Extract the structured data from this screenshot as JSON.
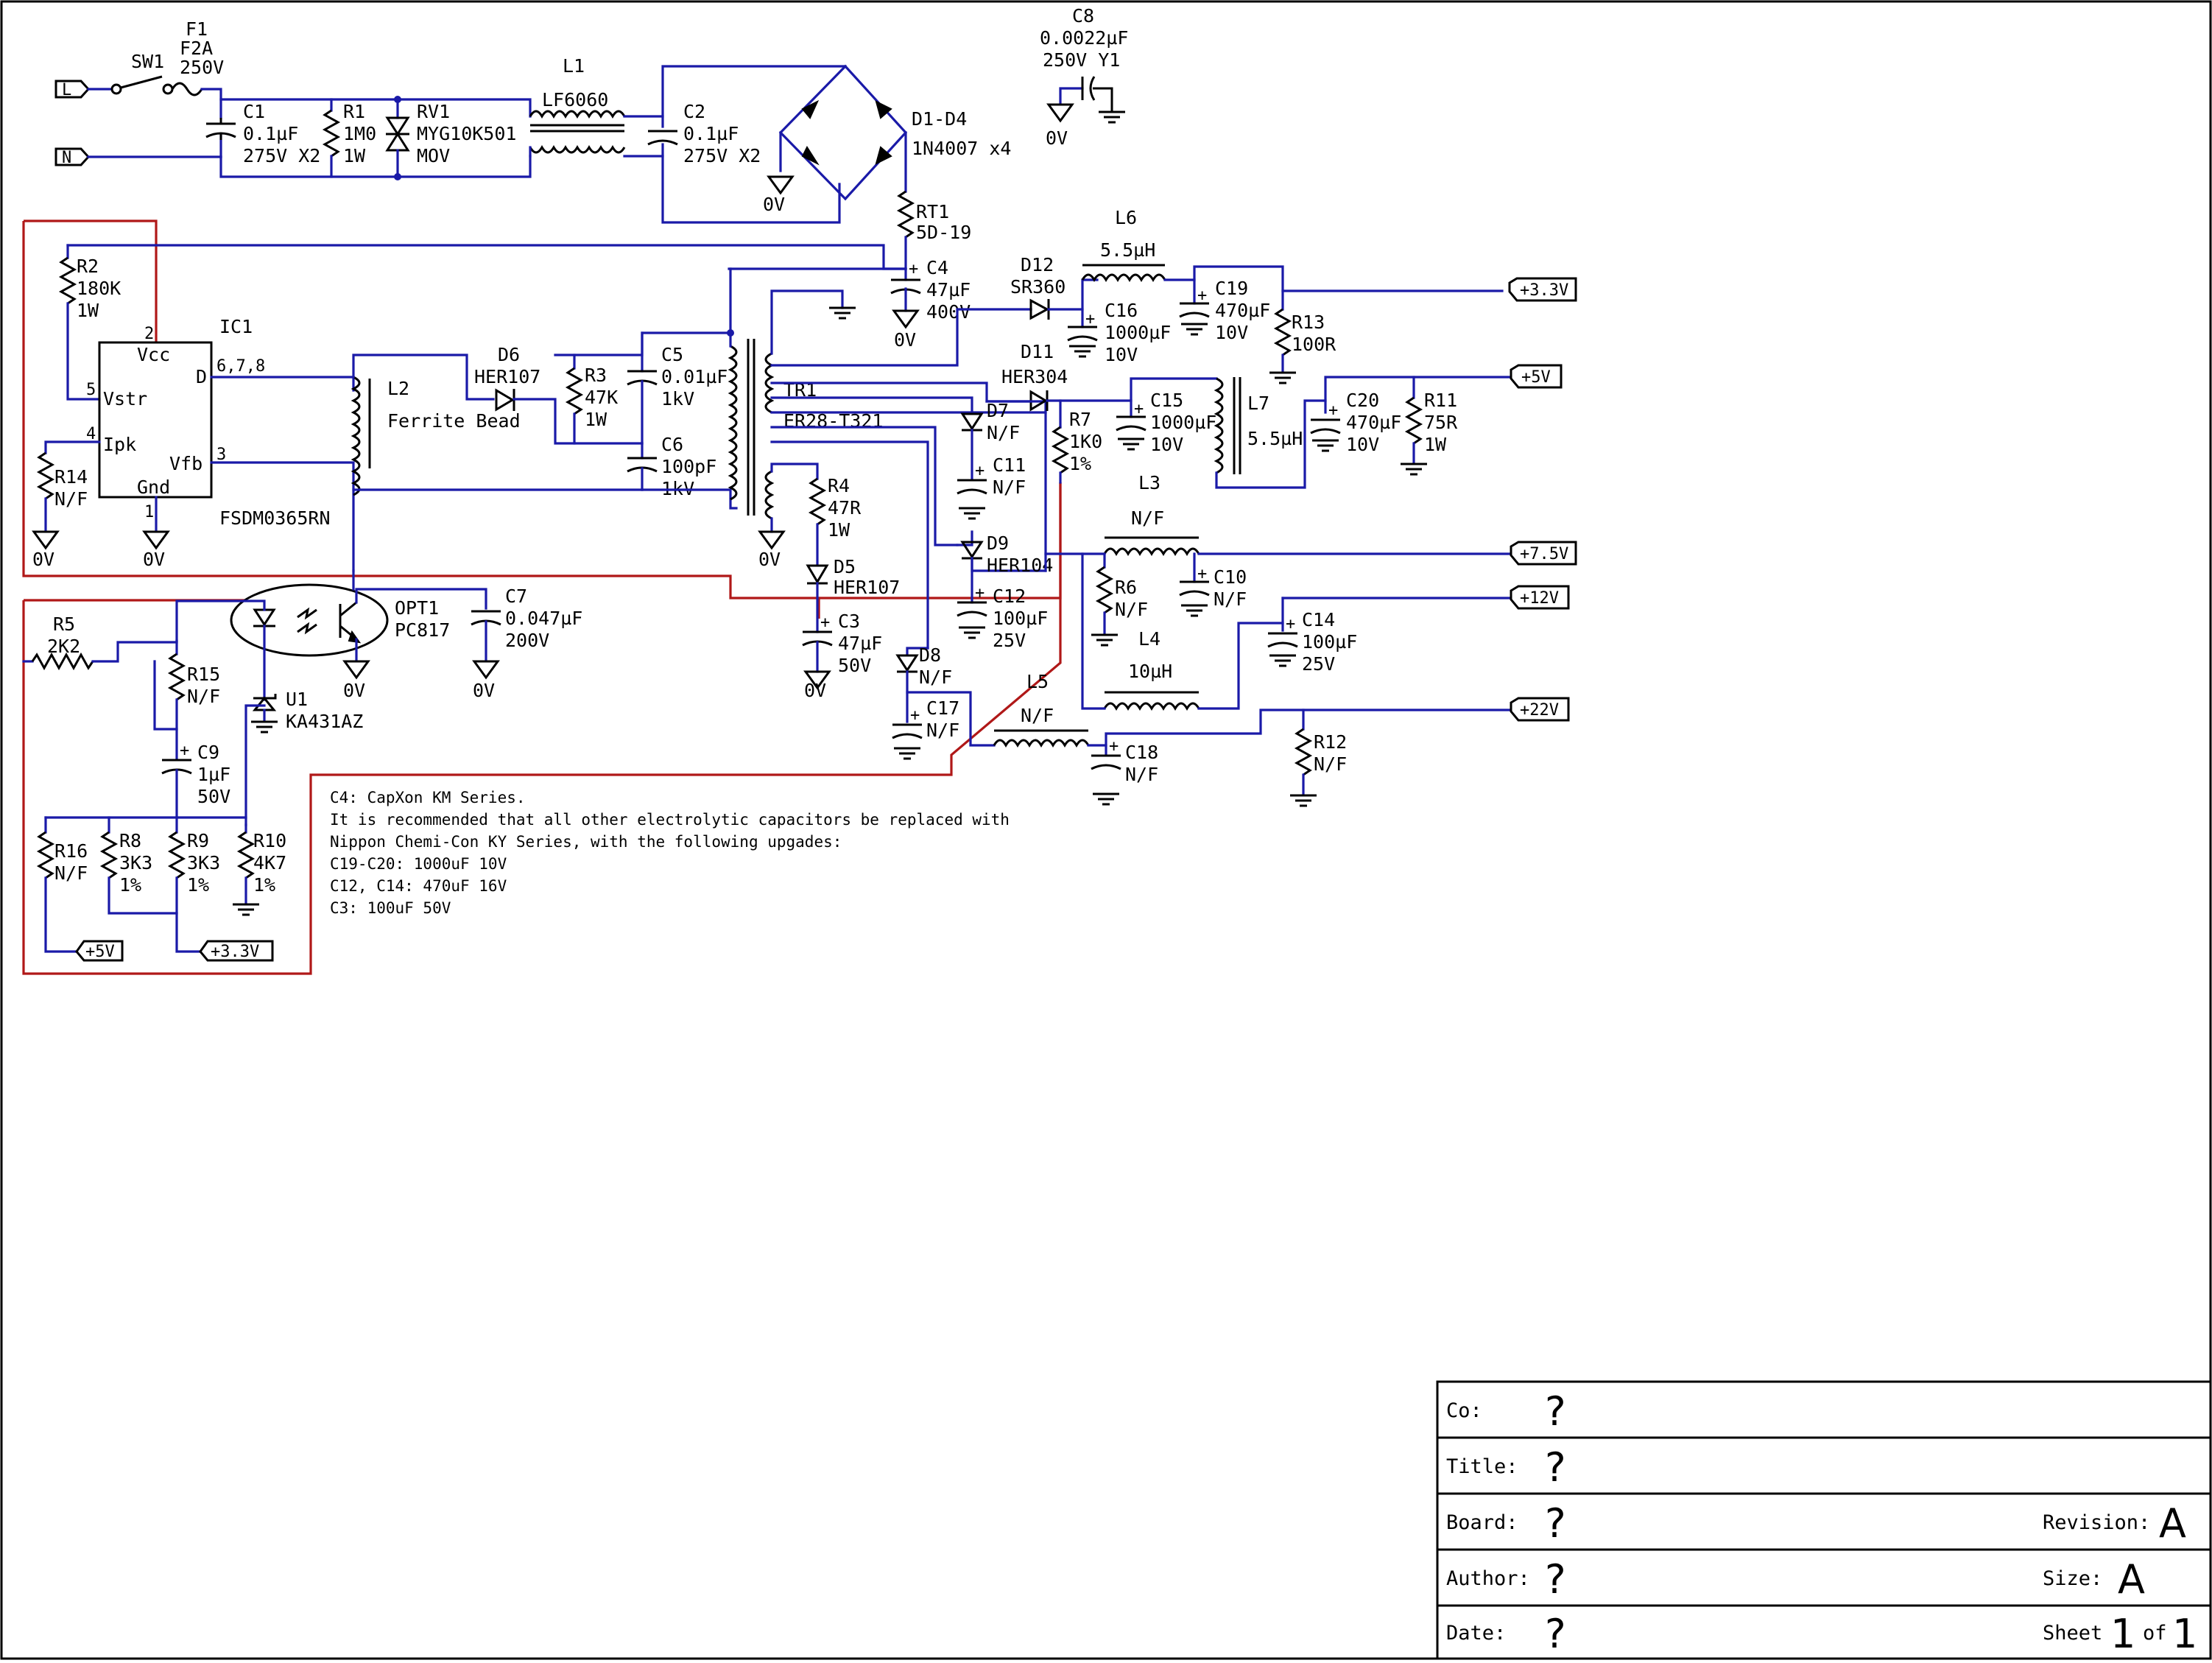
{
  "connectors": {
    "line": "L",
    "neutral": "N",
    "out_3v3": "+3.3V",
    "out_5v": "+5V",
    "out_7v5": "+7.5V",
    "out_12v": "+12V",
    "out_22v": "+22V",
    "fb_5v": "+5V",
    "fb_3v3": "+3.3V"
  },
  "components": {
    "sw1": {
      "ref": "SW1"
    },
    "f1": {
      "ref": "F1",
      "value": "F2A",
      "rating": "250V"
    },
    "c1": {
      "ref": "C1",
      "value": "0.1µF",
      "rating": "275V X2"
    },
    "r1": {
      "ref": "R1",
      "value": "1M0",
      "rating": "1W"
    },
    "rv1": {
      "ref": "RV1",
      "value": "MYG10K501",
      "rating": "MOV"
    },
    "l1": {
      "ref": "L1",
      "value": "LF6060"
    },
    "c2": {
      "ref": "C2",
      "value": "0.1µF",
      "rating": "275V X2"
    },
    "d1_d4": {
      "ref": "D1-D4",
      "value": "1N4007 x4"
    },
    "c8": {
      "ref": "C8",
      "value": "0.0022µF",
      "rating": "250V Y1"
    },
    "rt1": {
      "ref": "RT1",
      "value": "5D-19"
    },
    "c4": {
      "ref": "C4",
      "value": "47µF",
      "rating": "400V"
    },
    "r2": {
      "ref": "R2",
      "value": "180K",
      "rating": "1W"
    },
    "ic1": {
      "ref": "IC1",
      "part": "FSDM0365RN",
      "pin_vcc": "Vcc",
      "pin_vstr": "Vstr",
      "pin_ipk": "Ipk",
      "pin_d": "D",
      "pin_vfb": "Vfb",
      "pin_gnd": "Gnd",
      "num_2": "2",
      "num_5": "5",
      "num_4": "4",
      "num_678": "6,7,8",
      "num_3": "3",
      "num_1": "1"
    },
    "r14": {
      "ref": "R14",
      "value": "N/F"
    },
    "l2": {
      "ref": "L2",
      "value": "Ferrite Bead"
    },
    "d6": {
      "ref": "D6",
      "value": "HER107"
    },
    "r3": {
      "ref": "R3",
      "value": "47K",
      "rating": "1W"
    },
    "c5": {
      "ref": "C5",
      "value": "0.01µF",
      "rating": "1kV"
    },
    "c6": {
      "ref": "C6",
      "value": "100pF",
      "rating": "1kV"
    },
    "tr1": {
      "ref": "TR1",
      "value": "ER28-T321"
    },
    "r4": {
      "ref": "R4",
      "value": "47R",
      "rating": "1W"
    },
    "d5": {
      "ref": "D5",
      "value": "HER107"
    },
    "c3": {
      "ref": "C3",
      "value": "47µF",
      "rating": "50V"
    },
    "d12": {
      "ref": "D12",
      "value": "SR360"
    },
    "l6": {
      "ref": "L6",
      "value": "5.5µH"
    },
    "c16": {
      "ref": "C16",
      "value": "1000µF",
      "rating": "10V"
    },
    "c19": {
      "ref": "C19",
      "value": "470µF",
      "rating": "10V"
    },
    "r13": {
      "ref": "R13",
      "value": "100R"
    },
    "d11": {
      "ref": "D11",
      "value": "HER304"
    },
    "c15": {
      "ref": "C15",
      "value": "1000µF",
      "rating": "10V"
    },
    "l7": {
      "ref": "L7",
      "value": "5.5µH"
    },
    "c20": {
      "ref": "C20",
      "value": "470µF",
      "rating": "10V"
    },
    "r11": {
      "ref": "R11",
      "value": "75R",
      "rating": "1W"
    },
    "d7": {
      "ref": "D7",
      "value": "N/F"
    },
    "c11": {
      "ref": "C11",
      "value": "N/F"
    },
    "r7": {
      "ref": "R7",
      "value": "1K0",
      "rating": "1%"
    },
    "l3": {
      "ref": "L3",
      "value": "N/F"
    },
    "d9": {
      "ref": "D9",
      "value": "HER104"
    },
    "c12": {
      "ref": "C12",
      "value": "100µF",
      "rating": "25V"
    },
    "r6": {
      "ref": "R6",
      "value": "N/F"
    },
    "c10": {
      "ref": "C10",
      "value": "N/F"
    },
    "l4": {
      "ref": "L4",
      "value": "10µH"
    },
    "c14": {
      "ref": "C14",
      "value": "100µF",
      "rating": "25V"
    },
    "d8": {
      "ref": "D8",
      "value": "N/F"
    },
    "c17": {
      "ref": "C17",
      "value": "N/F"
    },
    "l5": {
      "ref": "L5",
      "value": "N/F"
    },
    "c18": {
      "ref": "C18",
      "value": "N/F"
    },
    "r12": {
      "ref": "R12",
      "value": "N/F"
    },
    "opt1": {
      "ref": "OPT1",
      "value": "PC817"
    },
    "c7": {
      "ref": "C7",
      "value": "0.047µF",
      "rating": "200V"
    },
    "r5": {
      "ref": "R5",
      "value": "2K2"
    },
    "r15": {
      "ref": "R15",
      "value": "N/F"
    },
    "u1": {
      "ref": "U1",
      "value": "KA431AZ"
    },
    "c9": {
      "ref": "C9",
      "value": "1µF",
      "rating": "50V"
    },
    "r16": {
      "ref": "R16",
      "value": "N/F"
    },
    "r8": {
      "ref": "R8",
      "value": "3K3",
      "rating": "1%"
    },
    "r9": {
      "ref": "R9",
      "value": "3K3",
      "rating": "1%"
    },
    "r10": {
      "ref": "R10",
      "value": "4K7",
      "rating": "1%"
    }
  },
  "ground_label": "0V",
  "notes": [
    "C4: CapXon KM Series.",
    "It is recommended that all other electrolytic capacitors be replaced with",
    "Nippon Chemi-Con KY Series, with the following upgades:",
    "C19-C20: 1000uF 10V",
    "C12, C14: 470uF 16V",
    "C3: 100uF 50V"
  ],
  "title_block": {
    "co_label": "Co:",
    "co_value": "?",
    "title_label": "Title:",
    "title_value": "?",
    "board_label": "Board:",
    "board_value": "?",
    "revision_label": "Revision:",
    "revision_value": "A",
    "author_label": "Author:",
    "author_value": "?",
    "size_label": "Size:",
    "size_value": "A",
    "date_label": "Date:",
    "date_value": "?",
    "sheet_label": "Sheet",
    "sheet_num": "1",
    "sheet_of": "of",
    "sheet_total": "1"
  }
}
